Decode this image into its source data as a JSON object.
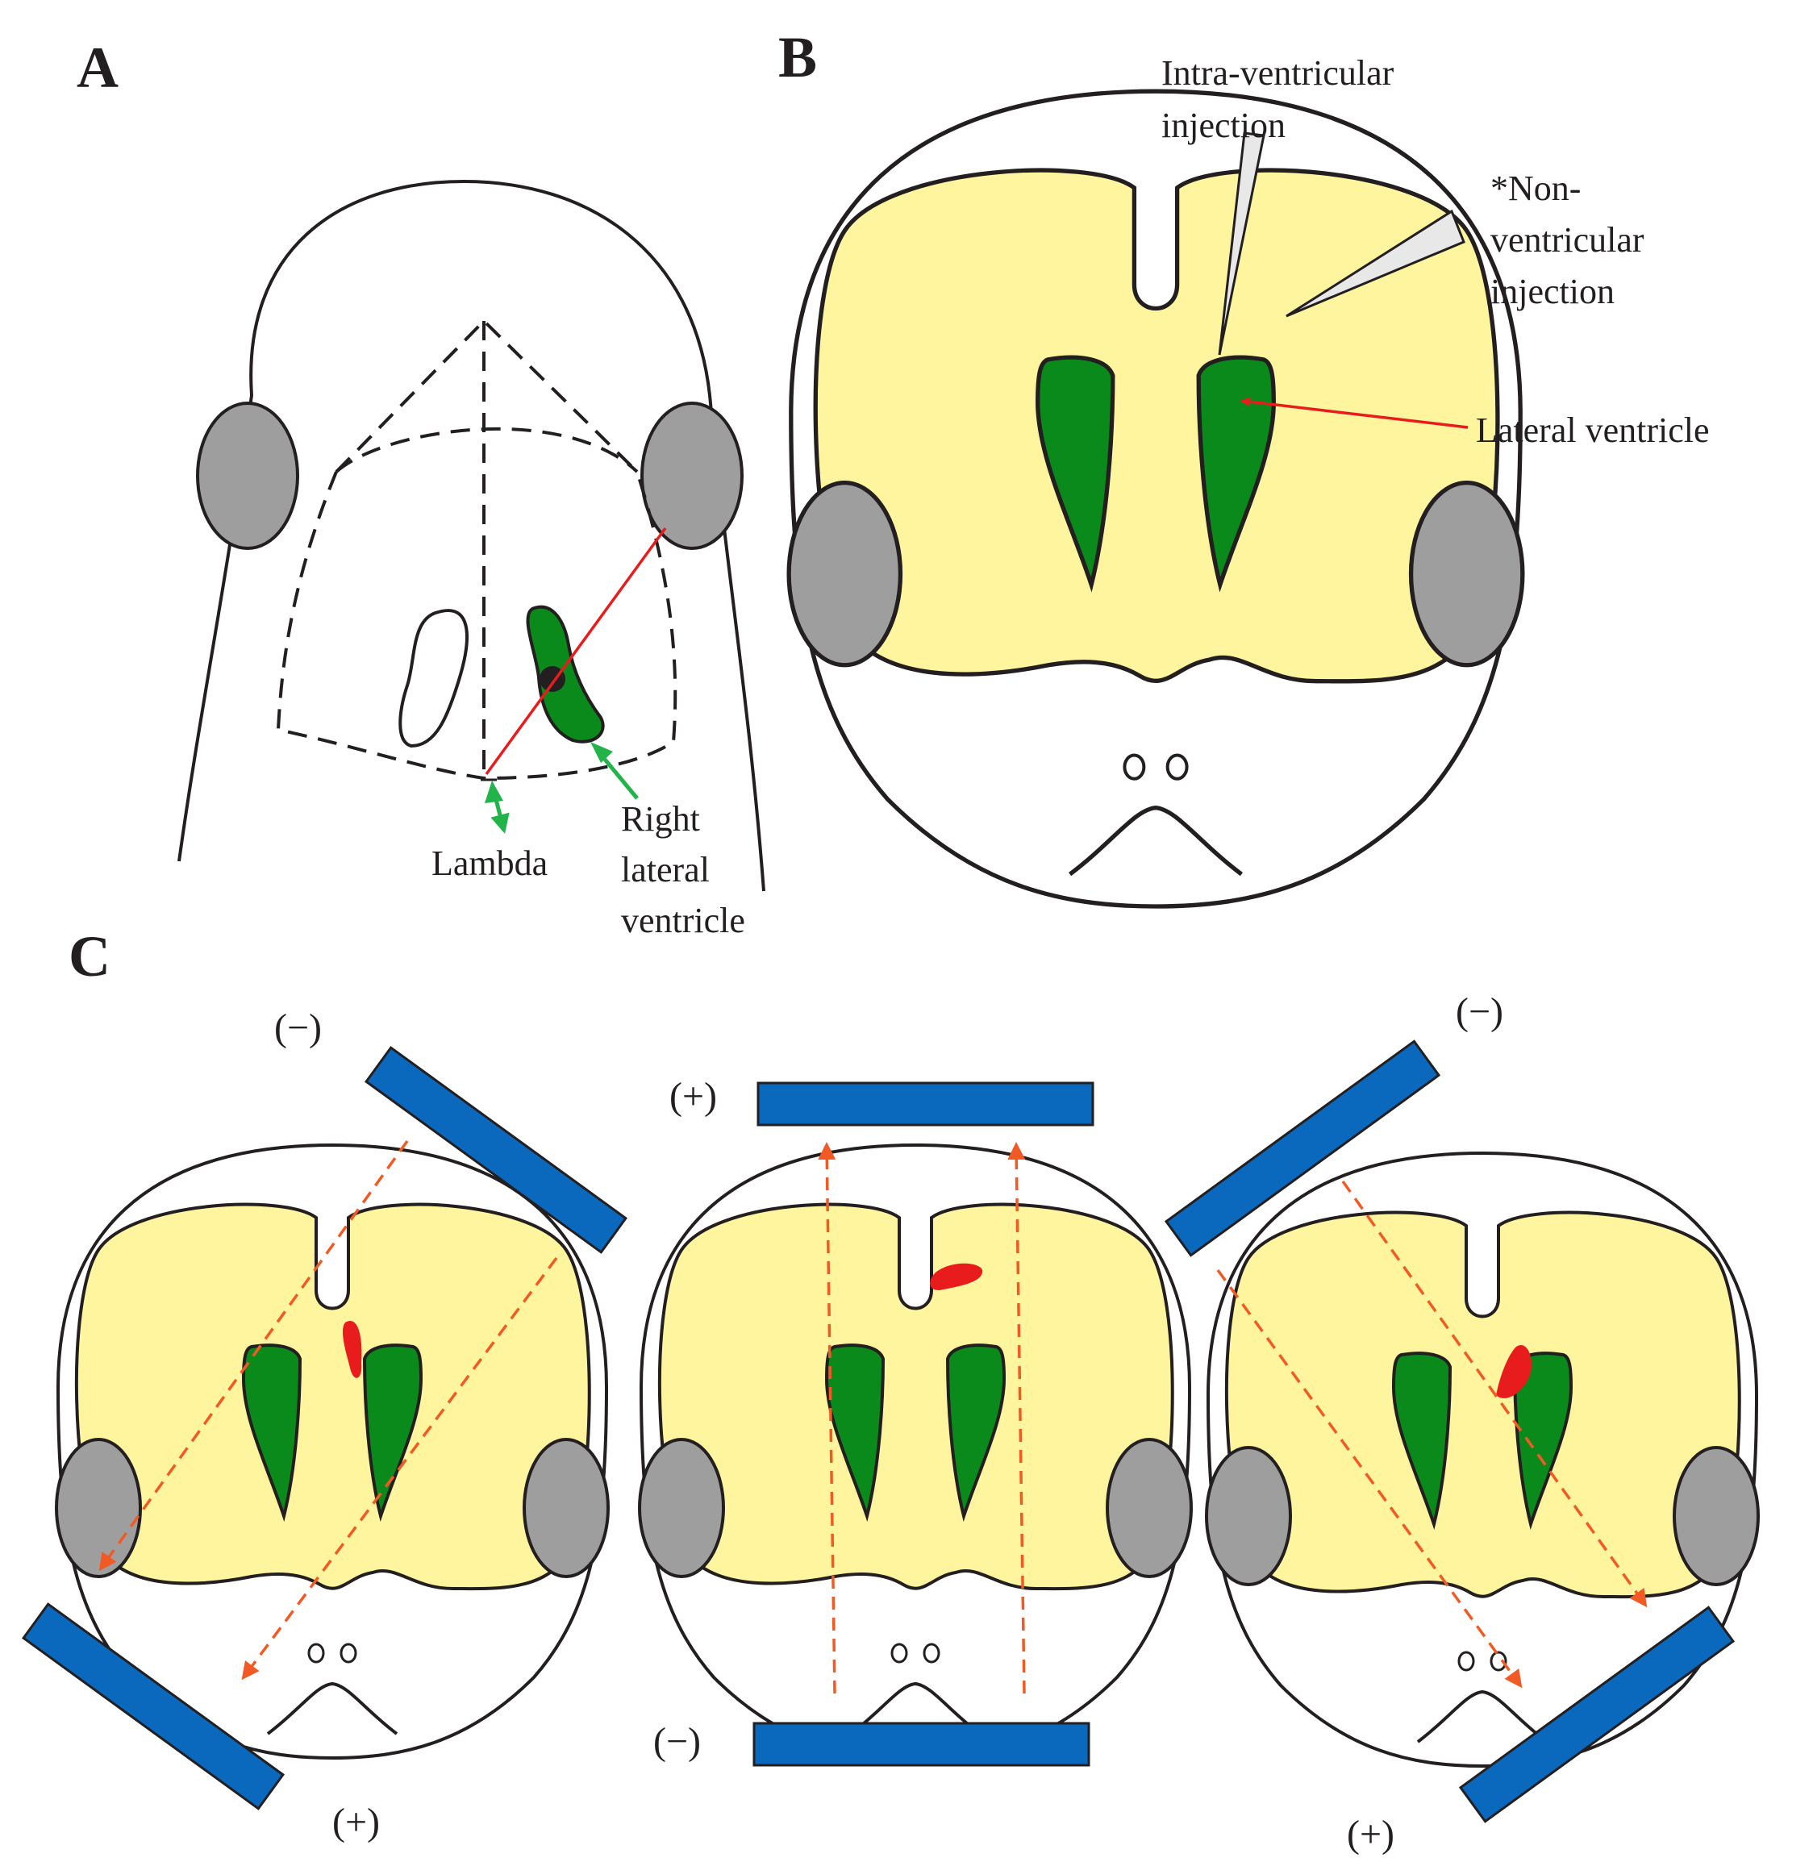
{
  "panels": {
    "a": {
      "letter": "A",
      "labels": {
        "lambda": "Lambda",
        "right_lateral_ventricle": [
          "Right",
          "lateral",
          "ventricle"
        ]
      }
    },
    "b": {
      "letter": "B",
      "labels": {
        "intra_ventricular_injection": [
          "Intra-ventricular",
          "injection"
        ],
        "non_ventricular_injection": [
          "*Non-",
          "ventricular",
          "injection"
        ],
        "lateral_ventricle": "Lateral ventricle"
      }
    },
    "c": {
      "letter": "C",
      "left": {
        "top_polarity": "(−)",
        "bottom_polarity": "(+)"
      },
      "middle": {
        "top_polarity": "(+)",
        "bottom_polarity": "(−)"
      },
      "right": {
        "top_polarity": "(−)",
        "bottom_polarity": "(+)"
      }
    }
  },
  "colors": {
    "outline": "#231f20",
    "brain": "#fff59f",
    "ventricle": "#0b8a1c",
    "ear": "#9e9e9e",
    "electrode": "#0a68bd",
    "injection_red": "#e81c1c",
    "field_arrow": "#f15a24",
    "guide_arrow": "#22b34a"
  }
}
